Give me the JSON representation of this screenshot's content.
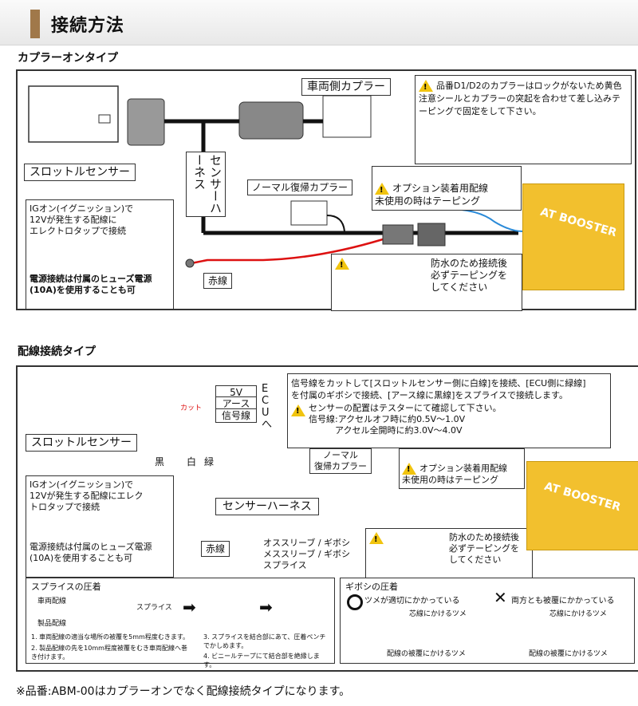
{
  "header": {
    "title": "接続方法"
  },
  "section1": {
    "title": "カプラーオンタイプ",
    "labels": {
      "vehicle_coupler": "車両側カプラー",
      "throttle_sensor": "スロットルセンサー",
      "sensor_harness": "センサーハーネス",
      "normal_return_coupler": "ノーマル復帰カプラー",
      "red_wire": "赤線"
    },
    "coupler_note": "品番D1/D2のカプラーはロックがないため黄色注意シールとカプラーの突起を合わせて差し込みテーピングで固定をして下さい。",
    "option_note": "オプション装着用配線\n未使用の時はテーピング",
    "ig_note": "IGオン(イグニッション)で\n12Vが発生する配線に\nエレクトロタップで接続",
    "fuse_note": "電源接続は付属のヒューズ電源\n(10A)を使用することも可",
    "waterproof_note": "防水のため接続後\n必ずテーピングを\nしてください"
  },
  "section2": {
    "title": "配線接続タイプ",
    "labels": {
      "wire_5v": "5V",
      "wire_earth": "アース",
      "wire_signal": "信号線",
      "ecu": "ECUへ",
      "throttle_sensor": "スロットルセンサー",
      "cut": "カット",
      "black": "黒",
      "white": "白",
      "green": "緑",
      "sensor_harness": "センサーハーネス",
      "normal_return_coupler": "ノーマル\n復帰カプラー",
      "red_wire": "赤線"
    },
    "main_note": "信号線をカットして[スロットルセンサー側に白線]を接続、[ECU側に緑線]\nを付属のギボシで接続、[アース線に黒線]をスプライスで接続します。",
    "tester_note": "センサーの配置はテスターにて確認して下さい。\n信号線:アクセルオフ時に約0.5V〜1.0V\n　　　アクセル全開時に約3.0V〜4.0V",
    "option_note": "オプション装着用配線\n未使用の時はテーピング",
    "ig_note": "IGオン(イグニッション)で\n12Vが発生する配線にエレク\nトロタップで接続",
    "fuse_note": "電源接続は付属のヒューズ電源\n(10A)を使用することも可",
    "waterproof_note": "防水のため接続後\n必ずテーピングを\nしてください",
    "legend": [
      "オススリーブ / ギボシ",
      "メススリーブ / ギボシ",
      "スプライス"
    ],
    "splice_box": {
      "title": "スプライスの圧着",
      "car_wire": "車両配線",
      "product_wire": "製品配線",
      "splice": "スプライス",
      "steps": [
        "1. 車両配線の適当な場所の被覆を5mm程度むきます。",
        "2. 製品配線の先を10mm程度被覆をむき車両配線へ巻き付けます。",
        "3. スプライスを結合部にあて、圧着ペンチでかしめます。",
        "4. ビニールテープにて結合部を絶縁します。"
      ]
    },
    "giboshi_box": {
      "title": "ギボシの圧着",
      "ok": "ツメが適切にかかっている",
      "ng": "両方とも被覆にかかっている",
      "core_claw": "芯線にかけるツメ",
      "cover_claw": "配線の被覆にかけるツメ"
    }
  },
  "device": {
    "logo": "AT BOOSTER"
  },
  "footer": "※品番:ABM-00はカプラーオンでなく配線接続タイプになります。"
}
